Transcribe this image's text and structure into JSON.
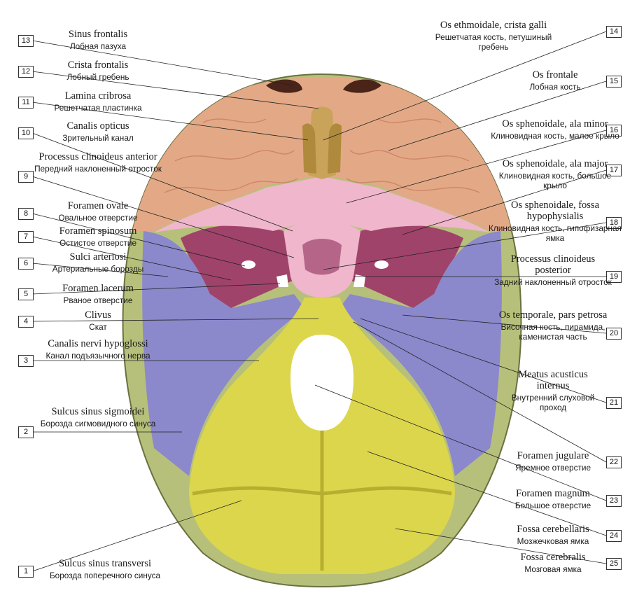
{
  "colors": {
    "frontal": "#e3a986",
    "ethmoid": "#c9a35a",
    "sphenoid": "#efb6cc",
    "sphenoid_major": "#a0436a",
    "temporal": "#8b88cc",
    "occipital": "#dcd64c",
    "parietal": "#b7c07a",
    "foramen_magnum": "#ffffff"
  },
  "left_labels": [
    {
      "num": "13",
      "la": "Sinus frontalis",
      "ru": "Лобная пазуха"
    },
    {
      "num": "12",
      "la": "Crista frontalis",
      "ru": "Лобный гребень"
    },
    {
      "num": "11",
      "la": "Lamina cribrosa",
      "ru": "Решетчатая пластинка"
    },
    {
      "num": "10",
      "la": "Canalis opticus",
      "ru": "Зрительный канал"
    },
    {
      "num": "9",
      "la": "Processus clinoideus anterior",
      "ru": "Передний наклоненный отросток"
    },
    {
      "num": "8",
      "la": "Foramen ovale",
      "ru": "Овальное отверстие"
    },
    {
      "num": "7",
      "la": "Foramen spinosum",
      "ru": "Остистое отверстие"
    },
    {
      "num": "6",
      "la": "Sulci arteriosi",
      "ru": "Артериальные борозды"
    },
    {
      "num": "5",
      "la": "Foramen lacerum",
      "ru": "Рваное отверстие"
    },
    {
      "num": "4",
      "la": "Clivus",
      "ru": "Скат"
    },
    {
      "num": "3",
      "la": "Canalis nervi hypoglossi",
      "ru": "Канал подъязычного нерва"
    },
    {
      "num": "2",
      "la": "Sulcus sinus sigmoidei",
      "ru": "Борозда сигмовидного синуса"
    },
    {
      "num": "1",
      "la": "Sulcus sinus transversi",
      "ru": "Борозда поперечного синуса"
    }
  ],
  "right_labels": [
    {
      "num": "14",
      "la": "Os ethmoidale, crista galli",
      "ru": "Решетчатая кость, петушиный гребень"
    },
    {
      "num": "15",
      "la": "Os frontale",
      "ru": "Лобная кость"
    },
    {
      "num": "16",
      "la": "Os sphenoidale, ala minor",
      "ru": "Клиновидная кость, малое крыло"
    },
    {
      "num": "17",
      "la": "Os sphenoidale, ala major",
      "ru": "Клиновидная кость, большое крыло"
    },
    {
      "num": "18",
      "la": "Os sphenoidale, fossa hypophysialis",
      "ru": "Клиновидная кость, гипофизарная ямка"
    },
    {
      "num": "19",
      "la": "Processus clinoideus posterior",
      "ru": "Задний наклоненный отросток"
    },
    {
      "num": "20",
      "la": "Os temporale, pars petrosa",
      "ru": "Височная кость, пирамида, каменистая часть"
    },
    {
      "num": "21",
      "la": "Meatus acusticus internus",
      "ru": "Внутренний слуховой проход"
    },
    {
      "num": "22",
      "la": "Foramen jugulare",
      "ru": "Яремное отверстие"
    },
    {
      "num": "23",
      "la": "Foramen magnum",
      "ru": "Большое отверстие"
    },
    {
      "num": "24",
      "la": "Fossa cerebellaris",
      "ru": "Мозжечковая ямка"
    },
    {
      "num": "25",
      "la": "Fossa cerebralis",
      "ru": "Мозговая ямка"
    }
  ]
}
